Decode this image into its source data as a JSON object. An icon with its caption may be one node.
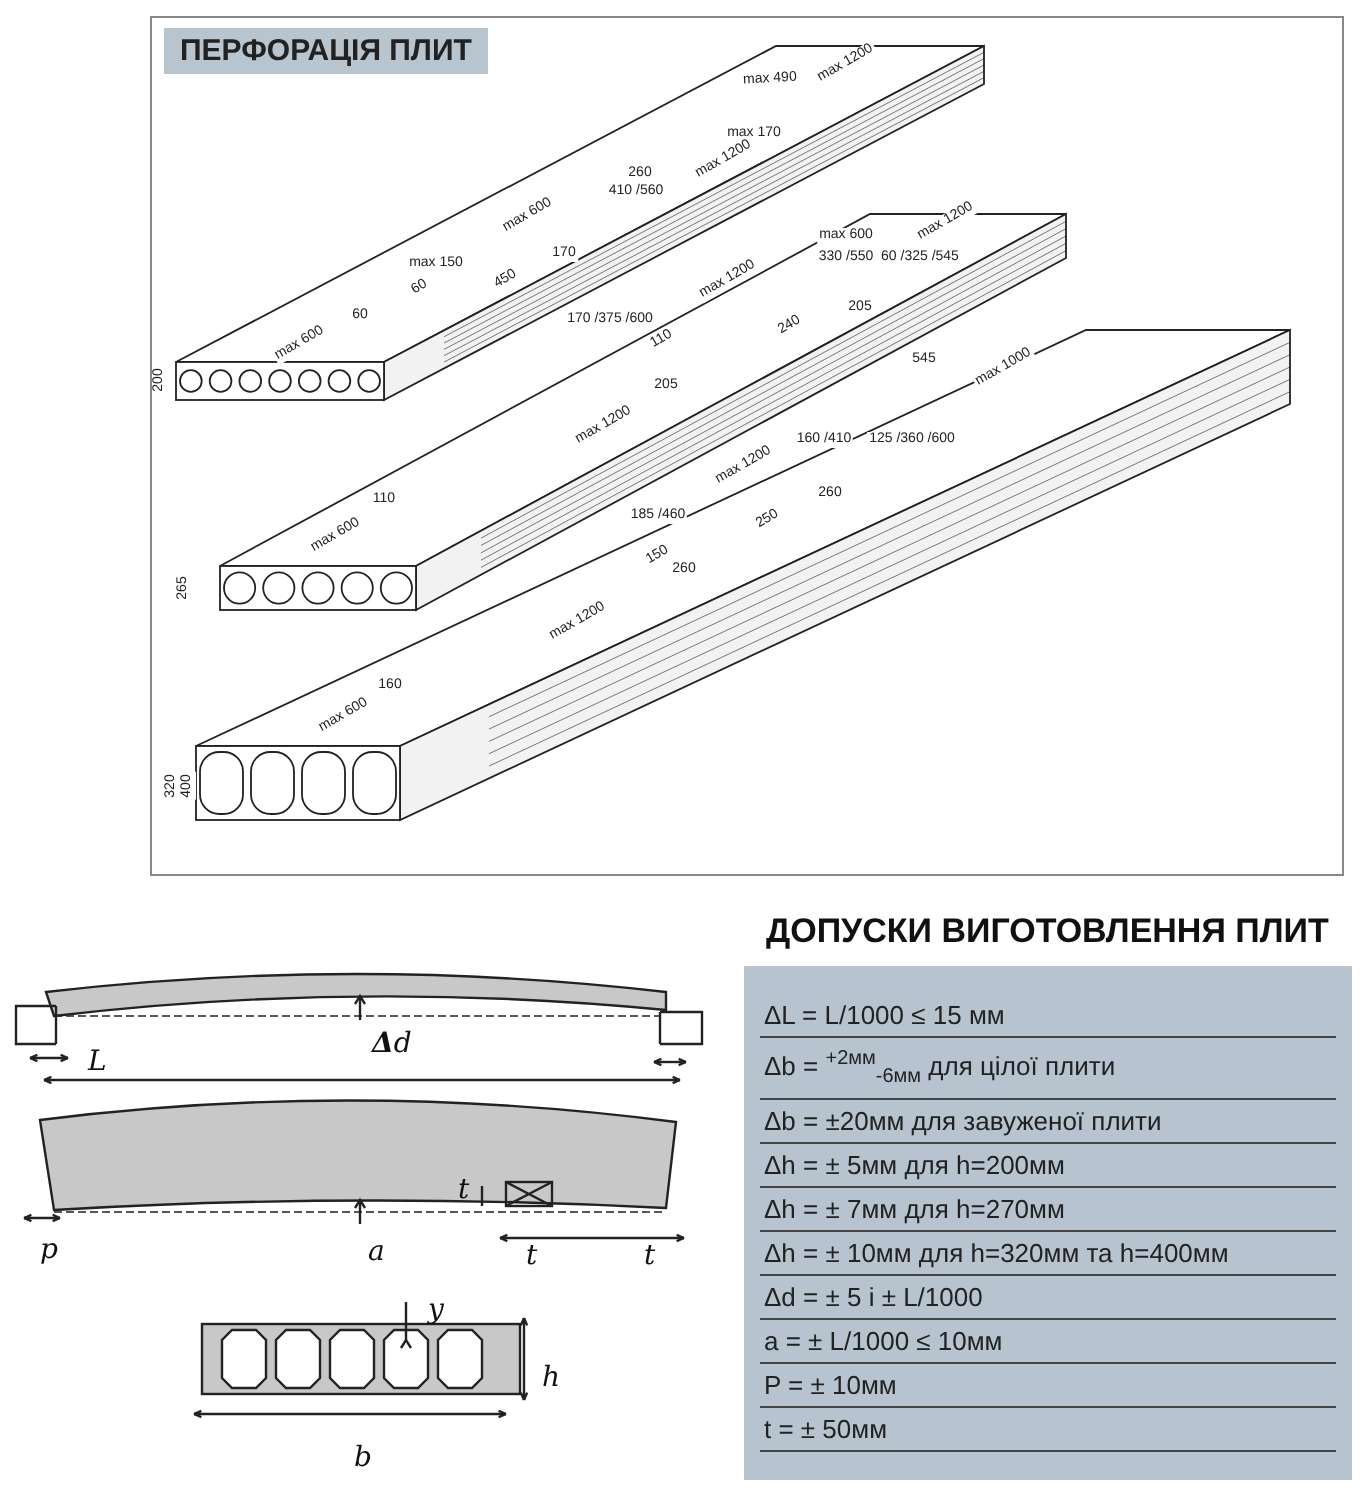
{
  "diagram": {
    "title": "ПЕРФОРАЦІЯ ПЛИТ",
    "labels": [
      "max 490",
      "max 1200",
      "max 170",
      "max 1200",
      "260",
      "410 /560",
      "max 600",
      "max 150",
      "170",
      "450",
      "60",
      "60",
      "max 600",
      "200",
      "max 600",
      "max 1200",
      "330 /550",
      "60 /325 /545",
      "max 1200",
      "170 /375 /600",
      "205",
      "240",
      "110",
      "205",
      "max 1200",
      "110",
      "max 600",
      "265",
      "545",
      "max 1000",
      "160 /410",
      "125 /360 /600",
      "max 1200",
      "260",
      "185 /460",
      "250",
      "150",
      "260",
      "max 1200",
      "160",
      "max 600",
      "320",
      "400",
      "ДОПУСКИ ВИГОТОВЛЕННЯ ПЛИТ",
      "ΔL = L/1000 ≤ 15 мм",
      "Δb = $^{+2мм}$$_{-6мм}$ для цілої плити",
      "Δb = ±20мм для завуженої плити",
      "Δh = ± 5мм для h=200мм",
      "Δh = ± 7мм для h=270мм",
      "Δh = ± 10мм для h=320мм та h=400мм",
      "Δd = ± 5 і ± L/1000",
      "a = ± L/1000 ≤ 10мм",
      "P = ± 10мм",
      "t = ± 50мм",
      "L",
      "**Δ**d",
      "t",
      "p",
      "a",
      "t",
      "t",
      "y",
      "h",
      "b"
    ]
  }
}
